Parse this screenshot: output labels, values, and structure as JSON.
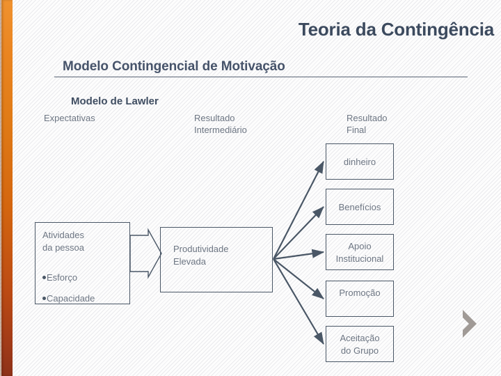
{
  "slide": {
    "main_title": "Teoria da Contingência",
    "subtitle": "Modelo Contingencial de Motivação",
    "model_label": "Modelo de Lawler",
    "accent_color_top": "#f0922f",
    "accent_color_bottom": "#8d3118",
    "title_color": "#3c4a5e",
    "line_color": "#4a5766",
    "body_text_color": "#6d7683"
  },
  "columns": [
    {
      "id": "expectativas",
      "label": "Expectativas"
    },
    {
      "id": "resultado-intermediario",
      "label": "Resultado\nIntermediário"
    },
    {
      "id": "resultado-final",
      "label": "Resultado\nFinal"
    }
  ],
  "boxes": {
    "atividades": {
      "title": "Atividades\nda pessoa",
      "bullets": [
        "Esforço",
        "Capacidade"
      ]
    },
    "produtividade": {
      "label": "Produtividade\nElevada"
    },
    "results": [
      {
        "id": "dinheiro",
        "label": "dinheiro"
      },
      {
        "id": "beneficios",
        "label": "Benefícios"
      },
      {
        "id": "apoio",
        "label": "Apoio\nInstitucional"
      },
      {
        "id": "promocao",
        "label": "Promoção"
      },
      {
        "id": "aceitacao",
        "label": "Aceitação\ndo Grupo"
      }
    ]
  },
  "decorations": {
    "block_arrow": "block-arrow-right",
    "chevron": "chevron-right",
    "chevron_color": "#a09a96"
  }
}
